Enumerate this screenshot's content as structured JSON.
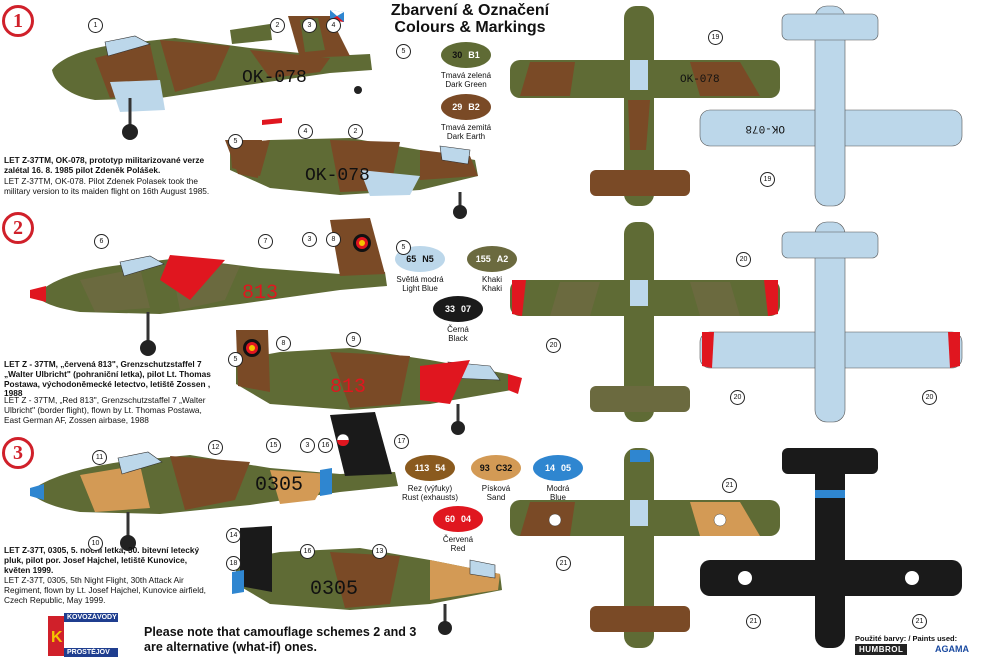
{
  "titles": {
    "line1": "Zbarvení & Označení",
    "line2": "Colours & Markings"
  },
  "schemes": [
    {
      "badge": "1",
      "caption_bold": "LET Z-37TM, OK-078, prototyp militarizované verze zalétal 16. 8. 1985 pilot Zdeněk Polášek.",
      "caption": "LET Z-37TM, OK-078. Pilot Zdenek Polasek took the military version to its maiden flight on 16th August 1985.",
      "registration": "OK-078"
    },
    {
      "badge": "2",
      "caption_bold": "LET Z - 37TM, „červená 813\", Grenzschutzstaffel 7 „Walter Ulbricht\" (pohraniční letka), pilot Lt. Thomas Postawa, východoněmecké letectvo, letiště Zossen , 1988",
      "caption": "LET Z - 37TM, „Red 813\", Grenzschutzstaffel 7 „Walter Ulbricht\" (border flight), flown by Lt. Thomas Postawa, East German AF, Zossen airbase, 1988",
      "registration": "813"
    },
    {
      "badge": "3",
      "caption_bold": "LET Z-37T, 0305, 5. noční letka, 30. bitevní letecký pluk, pilot por. Josef Hajchel, letiště Kunovice, květen 1999.",
      "caption": "LET Z-37T, 0305, 5th Night Flight, 30th Attack Air Regiment, flown by Lt. Josef Hajchel, Kunovice airfield, Czech Republic, May 1999.",
      "registration": "0305"
    }
  ],
  "paints": [
    {
      "n1": "30",
      "n2": "B1",
      "cz": "Tmavá zelená",
      "en": "Dark Green",
      "color": "#5f6b35"
    },
    {
      "n1": "29",
      "n2": "B2",
      "cz": "Tmavá zemitá",
      "en": "Dark Earth",
      "color": "#7a4a26"
    },
    {
      "n1": "65",
      "n2": "N5",
      "cz": "Světlá modrá",
      "en": "Light Blue",
      "color": "#bcd7ea"
    },
    {
      "n1": "155",
      "n2": "A2",
      "cz": "Khaki",
      "en": "Khaki",
      "color": "#6b6a3f"
    },
    {
      "n1": "33",
      "n2": "07",
      "cz": "Černá",
      "en": "Black",
      "color": "#1a1a1a"
    },
    {
      "n1": "113",
      "n2": "54",
      "cz": "Rez (výfuky)",
      "en": "Rust (exhausts)",
      "color": "#8a5a1e"
    },
    {
      "n1": "93",
      "n2": "C32",
      "cz": "Písková",
      "en": "Sand",
      "color": "#d39a55"
    },
    {
      "n1": "14",
      "n2": "05",
      "cz": "Modrá",
      "en": "Blue",
      "color": "#2f86d0"
    },
    {
      "n1": "60",
      "n2": "04",
      "cz": "Červená",
      "en": "Red",
      "color": "#e0161f"
    }
  ],
  "callouts": [
    "1",
    "2",
    "3",
    "4",
    "5",
    "6",
    "7",
    "8",
    "9",
    "10",
    "11",
    "12",
    "13",
    "14",
    "15",
    "16",
    "17",
    "18",
    "19",
    "20",
    "21"
  ],
  "note": {
    "line1": "Please note that camouflage schemes 2 and 3",
    "line2": "are alternative (what-if) ones."
  },
  "paints_used": "Použité barvy: / Paints used:",
  "brand1": "HUMBROL",
  "brand2": "AGAMA",
  "logo": {
    "top": "KOVOZÁVODY",
    "bottom": "PROSTĚJOV",
    "mark": "K"
  },
  "colors": {
    "green": "#5f6b35",
    "earth": "#7a4a26",
    "lightblue": "#bcd7ea",
    "khaki": "#6b6a3f",
    "red": "#e0161f",
    "black": "#1a1a1a",
    "blue": "#2f86d0",
    "sand": "#d39a55",
    "badge_red": "#d0202a"
  }
}
